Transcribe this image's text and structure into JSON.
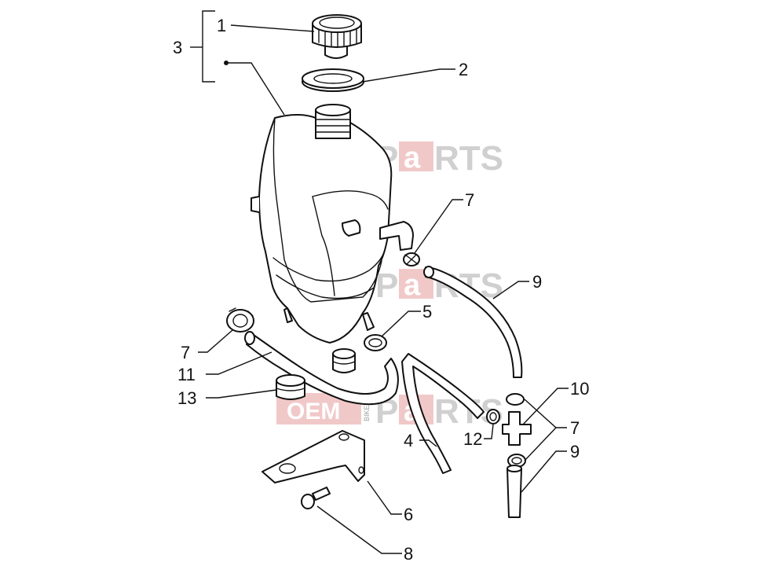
{
  "diagram": {
    "watermark": {
      "part1": "OEM",
      "part2": "BIKE",
      "part3": "P",
      "part4": "a",
      "part5": "RTS"
    },
    "callouts": {
      "c1": "1",
      "c2": "2",
      "c3": "3",
      "c4": "4",
      "c5": "5",
      "c6": "6",
      "c7a": "7",
      "c7b": "7",
      "c7c": "7",
      "c8": "8",
      "c9a": "9",
      "c9b": "9",
      "c10": "10",
      "c11": "11",
      "c12": "12",
      "c13": "13"
    },
    "colors": {
      "line": "#111111",
      "watermark_red": "#e59a9a",
      "watermark_grey": "#bdbdbd"
    }
  }
}
